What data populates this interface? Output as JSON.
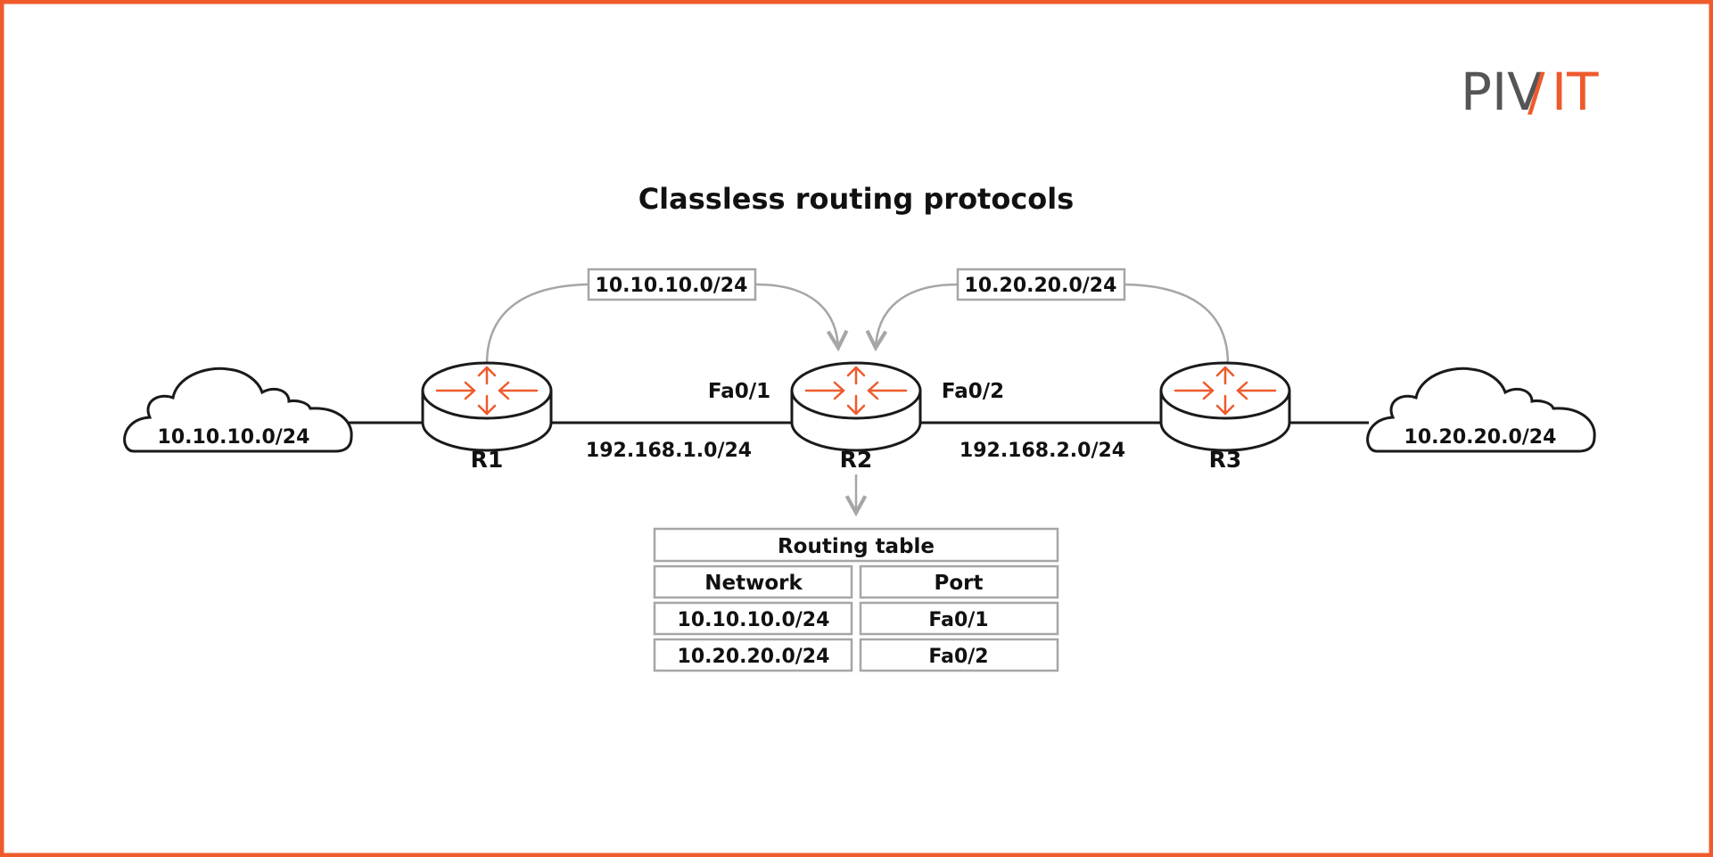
{
  "title": "Classless routing protocols",
  "logo": {
    "left": "PIV",
    "mark": "/",
    "right": "IT"
  },
  "colors": {
    "accent": "#ee5a2c",
    "border": "#ee5a2c",
    "line": "#1a1a1a",
    "gray": "#a6a6a6",
    "text": "#111111",
    "logo_dark": "#555555"
  },
  "clouds": {
    "left_network": "10.10.10.0/24",
    "right_network": "10.20.20.0/24"
  },
  "routers": {
    "r1": "R1",
    "r2": "R2",
    "r3": "R3"
  },
  "links": {
    "r1_r2": "192.168.1.0/24",
    "r2_r3": "192.168.2.0/24"
  },
  "interfaces": {
    "left": "Fa0/1",
    "right": "Fa0/2"
  },
  "advertisements": {
    "from_r1": "10.10.10.0/24",
    "from_r3": "10.20.20.0/24"
  },
  "routing_table": {
    "title": "Routing table",
    "headers": [
      "Network",
      "Port"
    ],
    "rows": [
      [
        "10.10.10.0/24",
        "Fa0/1"
      ],
      [
        "10.20.20.0/24",
        "Fa0/2"
      ]
    ]
  },
  "icons": {
    "router": "router-icon",
    "cloud": "cloud-icon"
  }
}
